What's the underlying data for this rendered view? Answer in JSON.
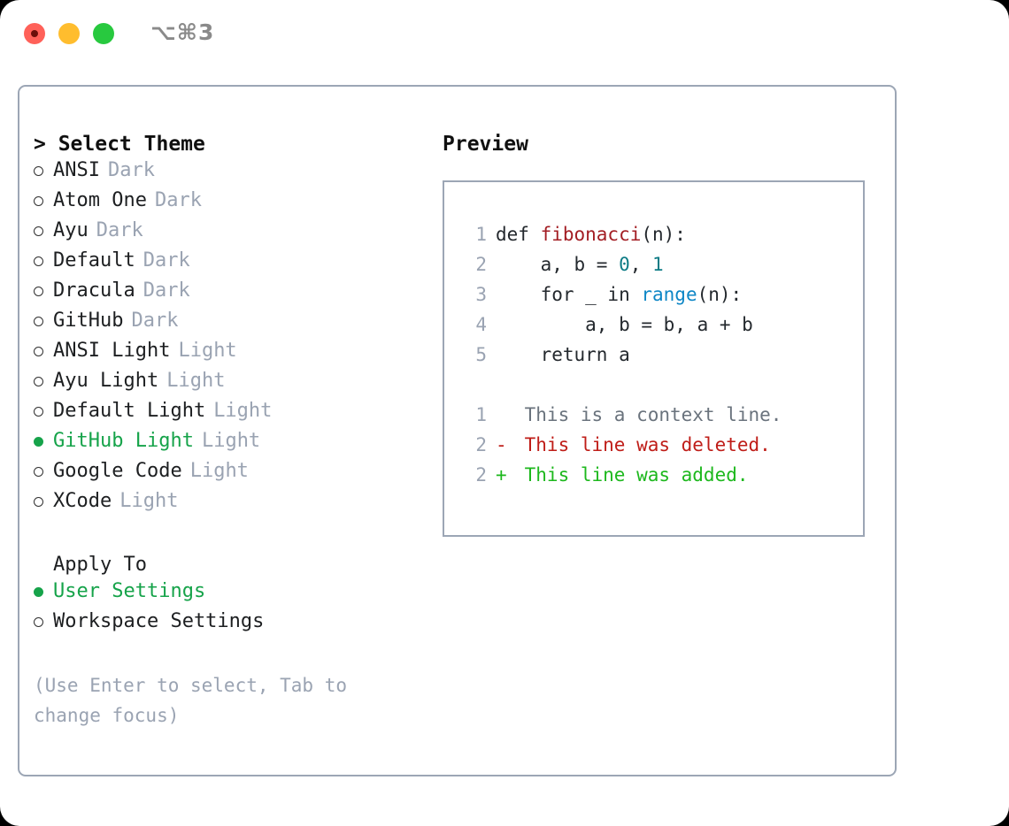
{
  "titlebar": {
    "shortcut": "⌥⌘3",
    "buttons": [
      {
        "name": "close",
        "color": "#ff6159"
      },
      {
        "name": "minimize",
        "color": "#ffbd2e"
      },
      {
        "name": "maximize",
        "color": "#28c93f"
      }
    ]
  },
  "theme_panel": {
    "header": "> Select Theme",
    "selected_theme": "GitHub Light",
    "accent_color": "#16a34a",
    "muted_color": "#9aa3b2",
    "items": [
      {
        "marker": "o",
        "name": "ANSI",
        "variant": "Dark",
        "selected": false
      },
      {
        "marker": "o",
        "name": "Atom One",
        "variant": "Dark",
        "selected": false
      },
      {
        "marker": "o",
        "name": "Ayu",
        "variant": "Dark",
        "selected": false
      },
      {
        "marker": "o",
        "name": "Default",
        "variant": "Dark",
        "selected": false
      },
      {
        "marker": "o",
        "name": "Dracula",
        "variant": "Dark",
        "selected": false
      },
      {
        "marker": "o",
        "name": "GitHub",
        "variant": "Dark",
        "selected": false
      },
      {
        "marker": "o",
        "name": "ANSI Light",
        "variant": "Light",
        "selected": false
      },
      {
        "marker": "o",
        "name": "Ayu Light",
        "variant": "Light",
        "selected": false
      },
      {
        "marker": "o",
        "name": "Default Light",
        "variant": "Light",
        "selected": false
      },
      {
        "marker": "●",
        "name": "GitHub Light",
        "variant": "Light",
        "selected": true
      },
      {
        "marker": "o",
        "name": "Google Code",
        "variant": "Light",
        "selected": false
      },
      {
        "marker": "o",
        "name": "XCode",
        "variant": "Light",
        "selected": false
      }
    ]
  },
  "apply_to": {
    "header": "Apply To",
    "selected": "User Settings",
    "options": [
      {
        "marker": "●",
        "label": "User Settings",
        "selected": true
      },
      {
        "marker": "o",
        "label": "Workspace Settings",
        "selected": false
      }
    ]
  },
  "hint": "(Use Enter to select, Tab to change focus)",
  "preview": {
    "header": "Preview",
    "code_lines": [
      {
        "number": "1",
        "tokens": [
          {
            "text": "def ",
            "type": "plain"
          },
          {
            "text": "fibonacci",
            "type": "fn"
          },
          {
            "text": "(n):",
            "type": "plain"
          }
        ]
      },
      {
        "number": "2",
        "tokens": [
          {
            "text": "    a, b = ",
            "type": "plain"
          },
          {
            "text": "0",
            "type": "num"
          },
          {
            "text": ", ",
            "type": "plain"
          },
          {
            "text": "1",
            "type": "num"
          }
        ]
      },
      {
        "number": "3",
        "tokens": [
          {
            "text": "    for _ in ",
            "type": "plain"
          },
          {
            "text": "range",
            "type": "call"
          },
          {
            "text": "(n):",
            "type": "plain"
          }
        ]
      },
      {
        "number": "4",
        "tokens": [
          {
            "text": "        a, b = b, a + b",
            "type": "plain"
          }
        ]
      },
      {
        "number": "5",
        "tokens": [
          {
            "text": "    return a",
            "type": "plain"
          }
        ]
      }
    ],
    "diff_lines": [
      {
        "number": "1",
        "mark": " ",
        "text": " This is a context line.",
        "type": "ctx"
      },
      {
        "number": "2",
        "mark": "-",
        "text": " This line was deleted.",
        "type": "del"
      },
      {
        "number": "2",
        "mark": "+",
        "text": " This line was added.",
        "type": "add"
      }
    ]
  },
  "colors": {
    "fn": "#a31e24",
    "num": "#0c7b85",
    "call": "#0d86c6",
    "diff_ctx": "#6a737d",
    "diff_del": "#bf1d18",
    "diff_add": "#1db81d",
    "border": "#9ca6b5"
  }
}
